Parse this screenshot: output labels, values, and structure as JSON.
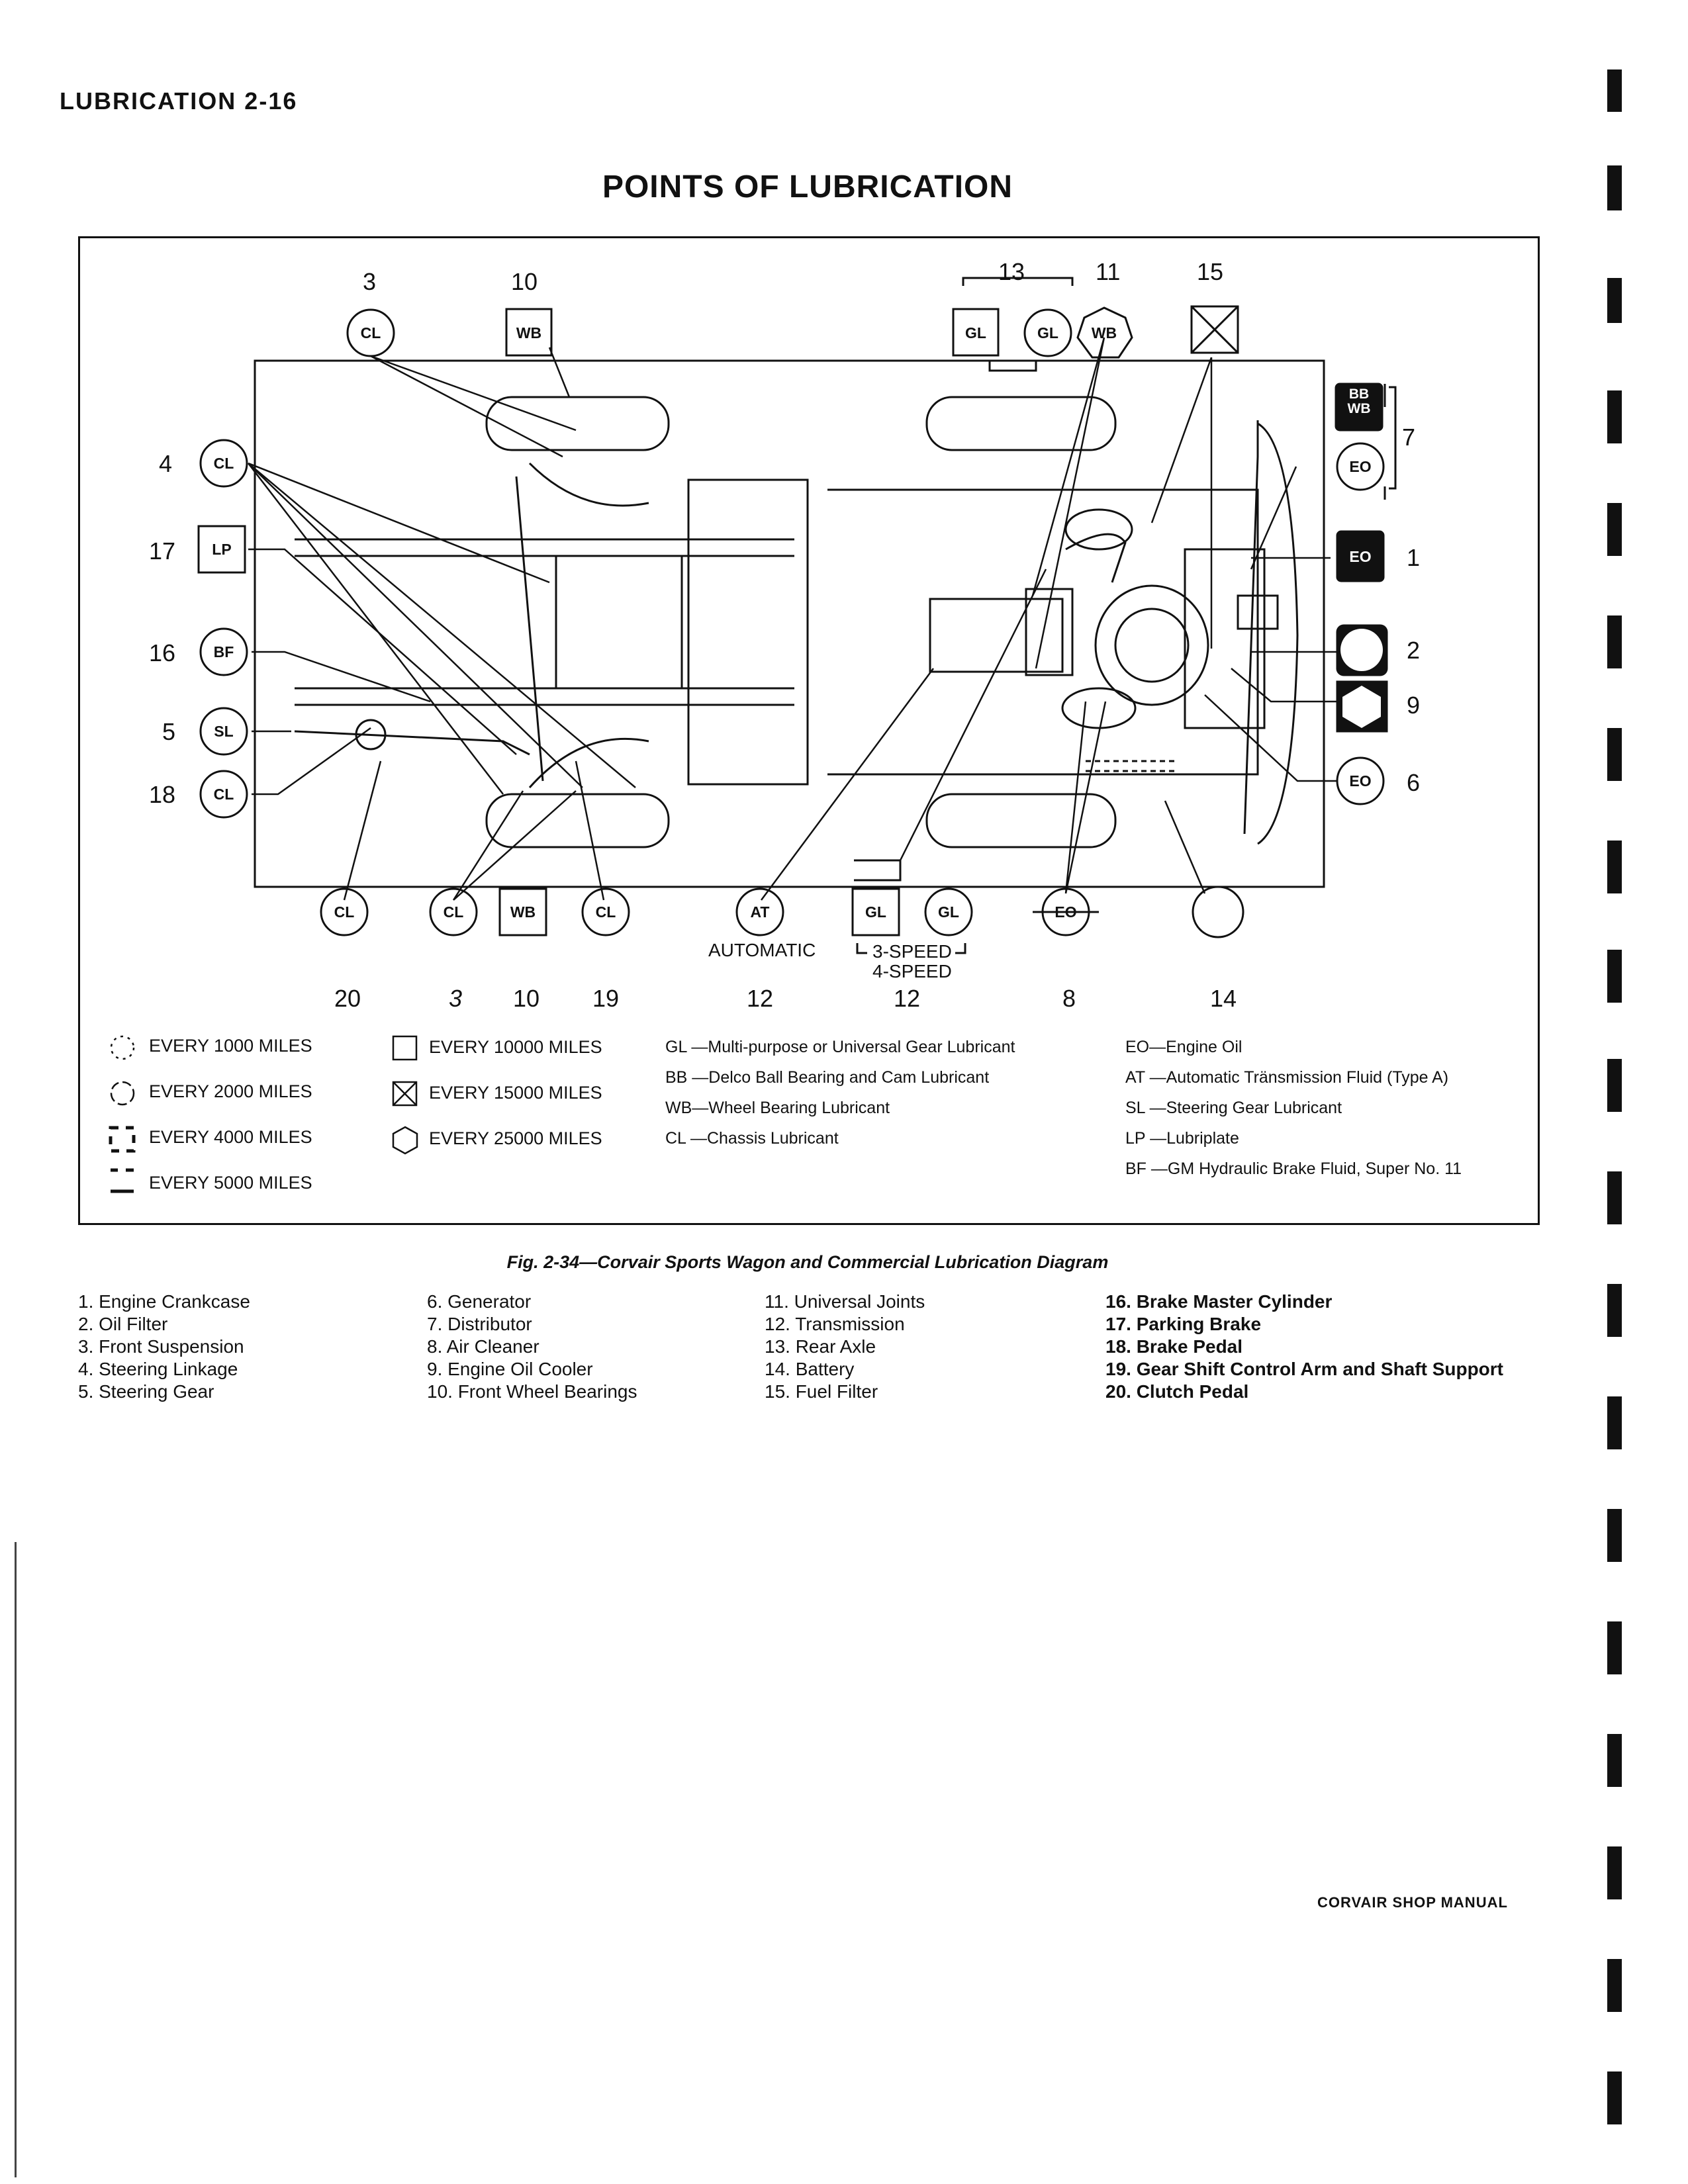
{
  "header": {
    "section": "LUBRICATION 2-16"
  },
  "title": "POINTS OF LUBRICATION",
  "top_numbers": [
    "3",
    "10",
    "13",
    "11",
    "15"
  ],
  "left_numbers": [
    "4",
    "17",
    "16",
    "5",
    "18"
  ],
  "right_numbers": [
    "7",
    "1",
    "2",
    "9",
    "6"
  ],
  "bottom_numbers": [
    "20",
    "3",
    "10",
    "19",
    "12",
    "12",
    "8",
    "14"
  ],
  "symbols": {
    "top": [
      "CL",
      "WB",
      "GL",
      "GL",
      "WB"
    ],
    "left": [
      "CL",
      "LP",
      "BF",
      "SL",
      "CL"
    ],
    "right": [
      "BB\nWB",
      "EO",
      "EO",
      "EO"
    ],
    "bottom": [
      "CL",
      "CL",
      "WB",
      "CL",
      "AT",
      "GL",
      "GL",
      "EO"
    ]
  },
  "transmission_labels": {
    "automatic": "AUTOMATIC",
    "speed3": "3-SPEED",
    "speed4": "4-SPEED"
  },
  "intervals": [
    {
      "icon": "dotted-circle-icon",
      "text": "EVERY 1000 MILES"
    },
    {
      "icon": "dashed-circle-icon",
      "text": "EVERY 2000 MILES"
    },
    {
      "icon": "corner-square-icon",
      "text": "EVERY 4000 MILES"
    },
    {
      "icon": "bracket-square-icon",
      "text": "EVERY 5000 MILES"
    },
    {
      "icon": "square-icon",
      "text": "EVERY 10000 MILES"
    },
    {
      "icon": "crossed-square-icon",
      "text": "EVERY 15000 MILES"
    },
    {
      "icon": "hexagon-icon",
      "text": "EVERY 25000 MILES"
    }
  ],
  "lubricants_left": [
    "GL —Multi-purpose or Universal Gear Lubricant",
    "BB —Delco Ball Bearing and Cam Lubricant",
    "WB—Wheel Bearing Lubricant",
    "CL —Chassis Lubricant"
  ],
  "lubricants_right": [
    "EO—Engine Oil",
    "AT —Automatic Tränsmission Fluid (Type A)",
    "SL —Steering Gear Lubricant",
    "LP —Lubriplate",
    "BF —GM Hydraulic Brake Fluid, Super No. 11"
  ],
  "caption": "Fig. 2-34—Corvair Sports Wagon and Commercial Lubrication Diagram",
  "parts": [
    [
      "1. Engine Crankcase",
      "2. Oil Filter",
      "3. Front Suspension",
      "4. Steering Linkage",
      "5. Steering Gear"
    ],
    [
      "6. Generator",
      "7. Distributor",
      "8. Air Cleaner",
      "9. Engine Oil Cooler",
      "10. Front Wheel Bearings"
    ],
    [
      "11. Universal Joints",
      "12. Transmission",
      "13. Rear Axle",
      "14. Battery",
      "15. Fuel Filter"
    ],
    [
      "16. Brake Master Cylinder",
      "17. Parking Brake",
      "18. Brake Pedal",
      "19. Gear Shift Control Arm and Shaft Support",
      "20. Clutch Pedal"
    ]
  ],
  "footer": "CORVAIR SHOP MANUAL"
}
